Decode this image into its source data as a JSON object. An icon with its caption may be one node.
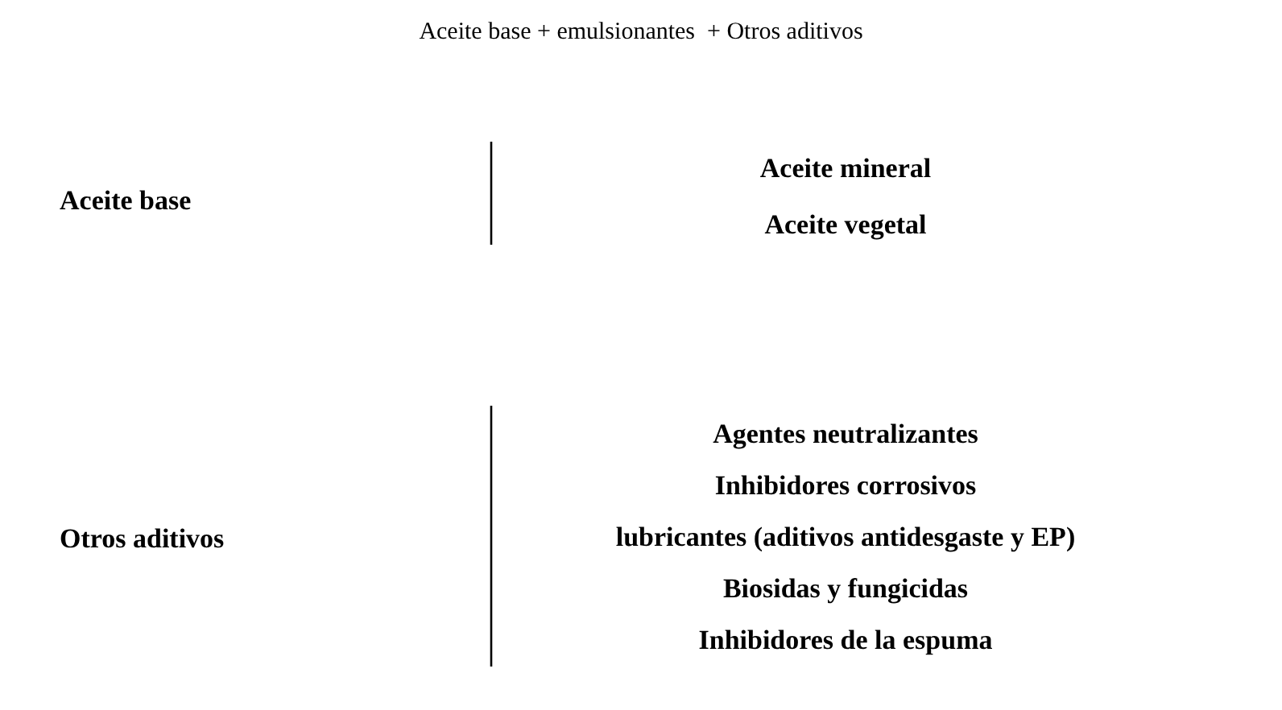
{
  "diagram": {
    "title": "Aceite base + emulsionantes  + Otros aditivos",
    "labels": [
      "Aceite base",
      "Aceite mineral",
      "Aceite vegetal",
      "Otros aditivos",
      "Agentes neutralizantes",
      "Inhibidores corrosivos",
      "lubricantes (aditivos antidesgaste y EP)",
      "Biosidas y fungicidas",
      "Inhibidores de la espuma"
    ]
  }
}
